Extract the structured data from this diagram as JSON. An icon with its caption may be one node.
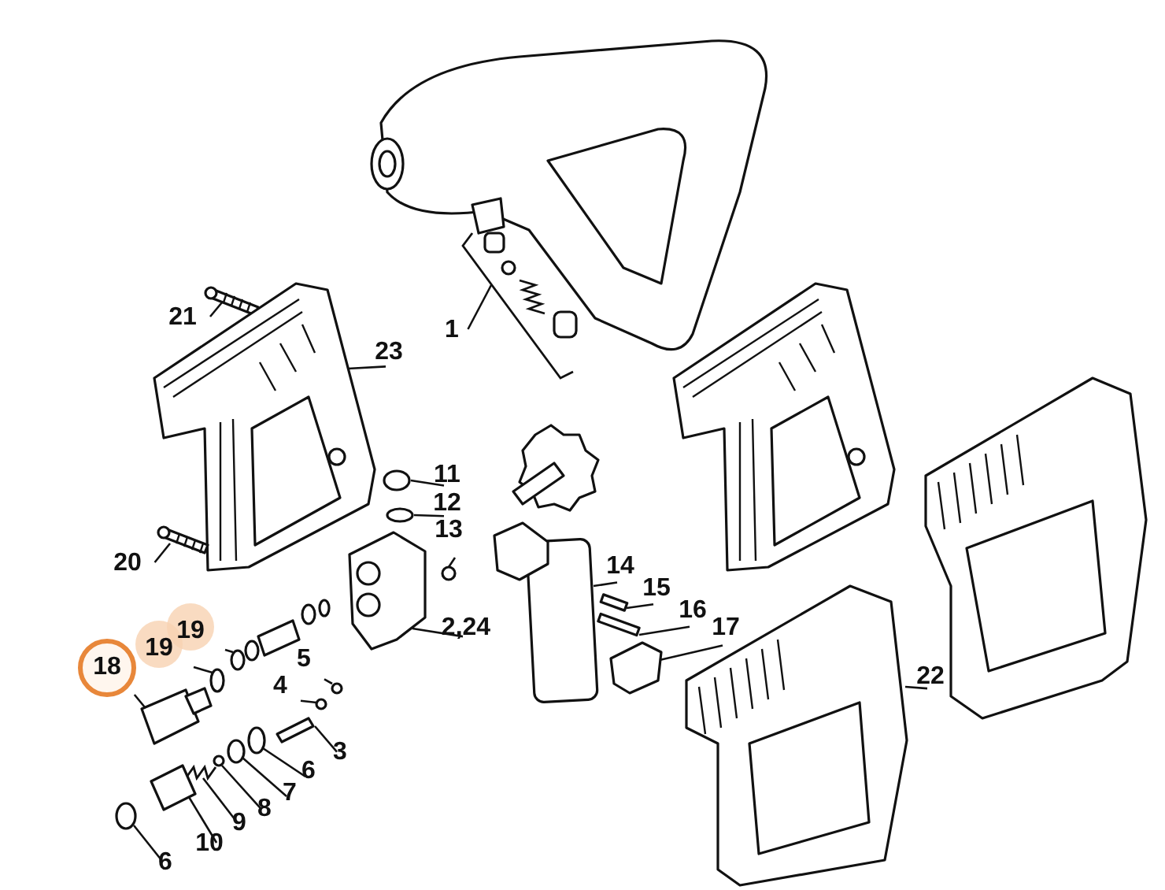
{
  "diagram": {
    "nodes": [
      {
        "text": [
          "1"
        ]
      },
      {
        "text": [
          "21"
        ]
      },
      {
        "text": [
          "23"
        ]
      },
      {
        "text": [
          "11"
        ]
      },
      {
        "text": [
          "12"
        ]
      },
      {
        "text": [
          "13"
        ]
      },
      {
        "text": [
          "20"
        ]
      },
      {
        "text": [
          "14"
        ]
      },
      {
        "text": [
          "15"
        ]
      },
      {
        "text": [
          "16"
        ]
      },
      {
        "text": [
          "2,24"
        ]
      },
      {
        "text": [
          "17"
        ]
      },
      {
        "text": [
          "19"
        ]
      },
      {
        "text": [
          "19"
        ]
      },
      {
        "text": [
          "18"
        ]
      },
      {
        "text": [
          "22"
        ]
      },
      {
        "text": [
          "4"
        ]
      },
      {
        "text": [
          "5"
        ]
      },
      {
        "text": [
          "3"
        ]
      },
      {
        "text": [
          "6"
        ]
      },
      {
        "text": [
          "7"
        ]
      },
      {
        "text": [
          "8"
        ]
      },
      {
        "text": [
          "9"
        ]
      },
      {
        "text": [
          "10"
        ]
      },
      {
        "text": [
          "6"
        ]
      },
      {
        "text": [],
        "shape": "picture"
      },
      {
        "text": [],
        "shape": "picture"
      },
      {
        "text": [],
        "shape": "picture"
      },
      {
        "text": [],
        "shape": "circle"
      },
      {
        "text": [],
        "shape": "circle"
      },
      {
        "text": [],
        "shape": "circle"
      },
      {
        "text": [],
        "shape": "picture"
      },
      {
        "text": [],
        "shape": "box"
      },
      {
        "text": [],
        "shape": "bar"
      },
      {
        "text": [],
        "shape": "bar"
      },
      {
        "text": [],
        "shape": "picture"
      },
      {
        "text": [],
        "shape": "picture"
      },
      {
        "text": [],
        "shape": "circle"
      },
      {
        "text": [],
        "shape": "circle"
      },
      {
        "text": [],
        "shape": "picture"
      },
      {
        "text": [],
        "shape": "picture"
      },
      {
        "text": [],
        "shape": "circle"
      },
      {
        "text": [],
        "shape": "circle"
      },
      {
        "text": [],
        "shape": "picture"
      },
      {
        "text": [],
        "shape": "circle"
      },
      {
        "text": [],
        "shape": "circle"
      },
      {
        "text": [],
        "shape": "circle"
      },
      {
        "text": [],
        "shape": "picture"
      },
      {
        "text": [],
        "shape": "picture"
      },
      {
        "text": [],
        "shape": "circle"
      }
    ],
    "edges": [
      {
        "from": 0,
        "to": 25,
        "arrow": "none"
      },
      {
        "from": 1,
        "to": 26,
        "arrow": "none"
      },
      {
        "from": 2,
        "to": 27,
        "arrow": "none"
      },
      {
        "from": 3,
        "to": 28,
        "arrow": "none"
      },
      {
        "from": 4,
        "to": 29,
        "arrow": "none"
      },
      {
        "from": 5,
        "to": 30,
        "arrow": "none"
      },
      {
        "from": 6,
        "to": 31,
        "arrow": "none"
      },
      {
        "from": 7,
        "to": 32,
        "arrow": "none"
      },
      {
        "from": 8,
        "to": 33,
        "arrow": "none"
      },
      {
        "from": 9,
        "to": 34,
        "arrow": "none"
      },
      {
        "from": 10,
        "to": 35,
        "arrow": "none"
      },
      {
        "from": 11,
        "to": 36,
        "arrow": "none"
      },
      {
        "from": 12,
        "to": 37,
        "arrow": "none"
      },
      {
        "from": 13,
        "to": 38,
        "arrow": "none"
      },
      {
        "from": 14,
        "to": 39,
        "arrow": "none"
      },
      {
        "from": 15,
        "to": 40,
        "arrow": "none"
      },
      {
        "from": 16,
        "to": 41,
        "arrow": "none"
      },
      {
        "from": 17,
        "to": 42,
        "arrow": "none"
      },
      {
        "from": 18,
        "to": 43,
        "arrow": "none"
      },
      {
        "from": 19,
        "to": 44,
        "arrow": "none"
      },
      {
        "from": 20,
        "to": 45,
        "arrow": "none"
      },
      {
        "from": 21,
        "to": 46,
        "arrow": "none"
      },
      {
        "from": 22,
        "to": 47,
        "arrow": "none"
      },
      {
        "from": 23,
        "to": 48,
        "arrow": "none"
      },
      {
        "from": 24,
        "to": 49,
        "arrow": "none"
      }
    ]
  }
}
